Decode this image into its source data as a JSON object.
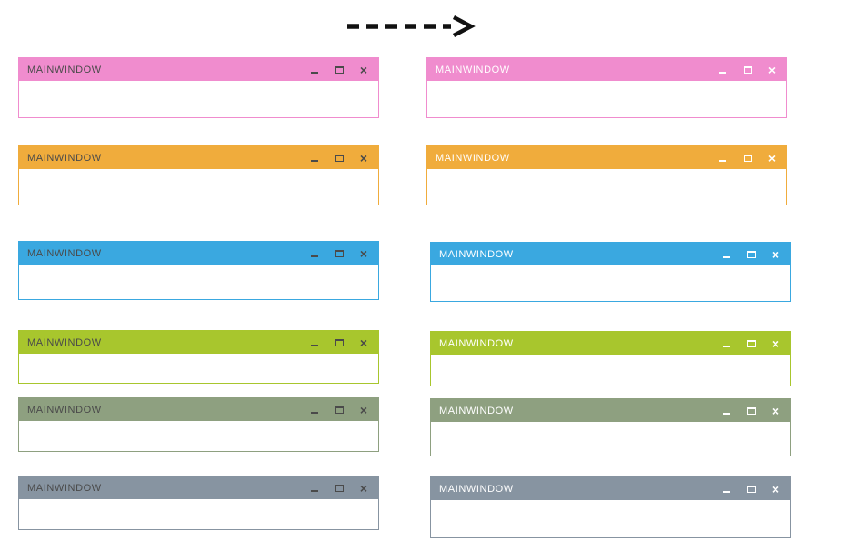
{
  "arrow": {
    "glyph": "------->",
    "color": "#111111"
  },
  "window": {
    "title": "MAINWINDOW"
  },
  "window_controls": {
    "minimize_name": "minimize-icon",
    "maximize_name": "maximize-icon",
    "close_name": "close-icon",
    "close_glyph": "×"
  },
  "themes": [
    {
      "name": "pink",
      "color": "#F08CCE"
    },
    {
      "name": "orange",
      "color": "#F0AC3C"
    },
    {
      "name": "blue",
      "color": "#3AA8E0"
    },
    {
      "name": "lime-green",
      "color": "#A8C62D"
    },
    {
      "name": "sage-green",
      "color": "#8EA080"
    },
    {
      "name": "slate-gray",
      "color": "#8794A1"
    }
  ],
  "variants": {
    "left_title_color": "#4A4A4A",
    "right_title_color": "#FFFFFF"
  }
}
